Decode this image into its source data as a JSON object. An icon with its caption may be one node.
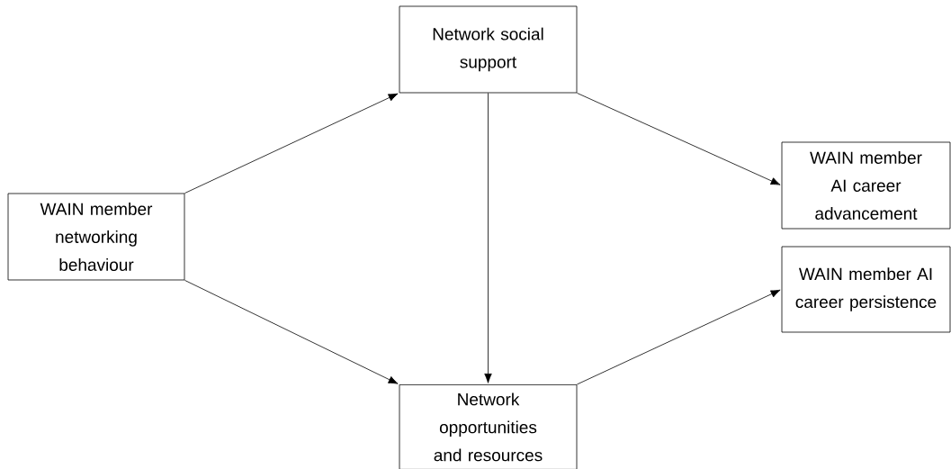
{
  "diagram": {
    "nodes": [
      {
        "text": [
          "WAIN member networking behaviour"
        ]
      },
      {
        "text": [
          "Network social support"
        ]
      },
      {
        "text": [
          "Network opportunities and resources"
        ]
      },
      {
        "text": [
          "WAIN member AI career advancement"
        ]
      },
      {
        "text": [
          "WAIN member AI career persistence"
        ]
      }
    ],
    "edges": [
      {
        "from": 0,
        "to": 1,
        "arrow": "to"
      },
      {
        "from": 0,
        "to": 2,
        "arrow": "to"
      },
      {
        "from": 1,
        "to": 2,
        "arrow": "to"
      },
      {
        "from": 1,
        "to": 3,
        "arrow": "to"
      },
      {
        "from": 2,
        "to": 4,
        "arrow": "to"
      }
    ]
  }
}
